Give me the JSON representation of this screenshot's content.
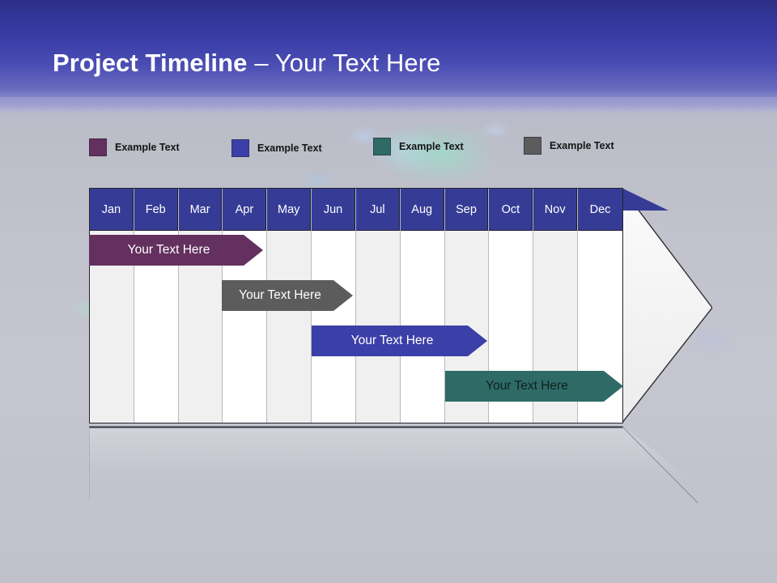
{
  "slide": {
    "title_bold": "Project Timeline",
    "title_rest": " – Your Text Here",
    "background_top_color": "#2d2f85",
    "background_base_color": "#c2c3cc"
  },
  "legend": {
    "items": [
      {
        "label": "Example Text",
        "color": "#63305F",
        "name": "legend-swatch-purple"
      },
      {
        "label": "Example Text",
        "color": "#3b3fa8",
        "name": "legend-swatch-blue"
      },
      {
        "label": "Example Text",
        "color": "#2e6b66",
        "name": "legend-swatch-teal"
      },
      {
        "label": "Example Text",
        "color": "#5c5c5c",
        "name": "legend-swatch-gray"
      }
    ]
  },
  "timeline": {
    "header_color": "#363c96",
    "header_text_color": "#ffffff",
    "months": [
      "Jan",
      "Feb",
      "Mar",
      "Apr",
      "May",
      "Jun",
      "Jul",
      "Aug",
      "Sep",
      "Oct",
      "Nov",
      "Dec"
    ],
    "bars": [
      {
        "label": "Your  Text Here",
        "color": "#63305F",
        "text_color": "#ffffff",
        "start_month": "Jan",
        "end_month": "Apr",
        "row": 1
      },
      {
        "label": "Your  Text Here",
        "color": "#5c5c5c",
        "text_color": "#ffffff",
        "start_month": "Apr",
        "end_month": "Jul",
        "row": 2
      },
      {
        "label": "Your  Text Here",
        "color": "#3b3fa8",
        "text_color": "#ffffff",
        "start_month": "Jun",
        "end_month": "Oct",
        "row": 3
      },
      {
        "label": "Your  Text Here",
        "color": "#2e6b66",
        "text_color": "#10201f",
        "start_month": "Sep",
        "end_month": "Dec",
        "row": 4
      }
    ]
  },
  "chart_data": {
    "type": "bar",
    "title": "Project Timeline – Your Text Here",
    "xlabel": "",
    "ylabel": "",
    "categories": [
      "Jan",
      "Feb",
      "Mar",
      "Apr",
      "May",
      "Jun",
      "Jul",
      "Aug",
      "Sep",
      "Oct",
      "Nov",
      "Dec"
    ],
    "series": [
      {
        "name": "Example Text",
        "color": "#63305F",
        "label": "Your  Text Here",
        "start": 0,
        "end": 3.9
      },
      {
        "name": "Example Text",
        "color": "#5c5c5c",
        "label": "Your  Text Here",
        "start": 3.0,
        "end": 5.9
      },
      {
        "name": "Example Text",
        "color": "#3b3fa8",
        "label": "Your  Text Here",
        "start": 5.0,
        "end": 8.9
      },
      {
        "name": "Example Text",
        "color": "#2e6b66",
        "label": "Your  Text Here",
        "start": 8.0,
        "end": 12.0
      }
    ],
    "xlim": [
      0,
      12
    ],
    "grid": true,
    "legend_position": "top"
  }
}
